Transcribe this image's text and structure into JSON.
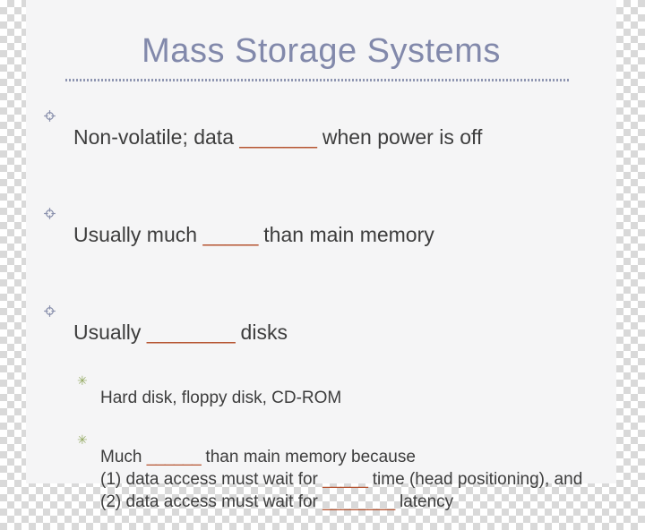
{
  "colors": {
    "slide_background": "#f5f5f6",
    "checker_gray": "#d9d9d9",
    "title_text": "#8289ab",
    "dotted_rule": "#8e95b1",
    "body_text": "#3d3d3d",
    "blank_underline": "#b5522f",
    "sub_bullet_marker": "#93a961",
    "main_bullet_marker": "#8a91ad"
  },
  "icons": {
    "main_bullet": "crosshair-bullet-icon",
    "sub_bullet": "eight-spoked-asterisk-icon",
    "sub_bullet_char": "✳"
  },
  "slide": {
    "title": "Mass Storage Systems",
    "bullets": [
      {
        "pre": "Non-volatile; data ",
        "blank": "_______",
        "post": " when power is off"
      },
      {
        "pre": "Usually much ",
        "blank": "_____",
        "post": " than main memory"
      },
      {
        "pre": "Usually ",
        "blank": "________",
        "post": " disks"
      }
    ],
    "sub_bullets": {
      "item1": {
        "text": "Hard disk, floppy disk, CD-ROM"
      },
      "item2": {
        "line1": {
          "pre": "Much ",
          "blank": "______",
          "post": " than main memory because"
        },
        "line2": {
          "pre": "(1) data access must wait for ",
          "blank": "_____",
          "post": " time (head positioning), and"
        },
        "line3": {
          "pre": "(2) data access must wait for ",
          "blank": "________",
          "post": " latency"
        }
      }
    }
  }
}
